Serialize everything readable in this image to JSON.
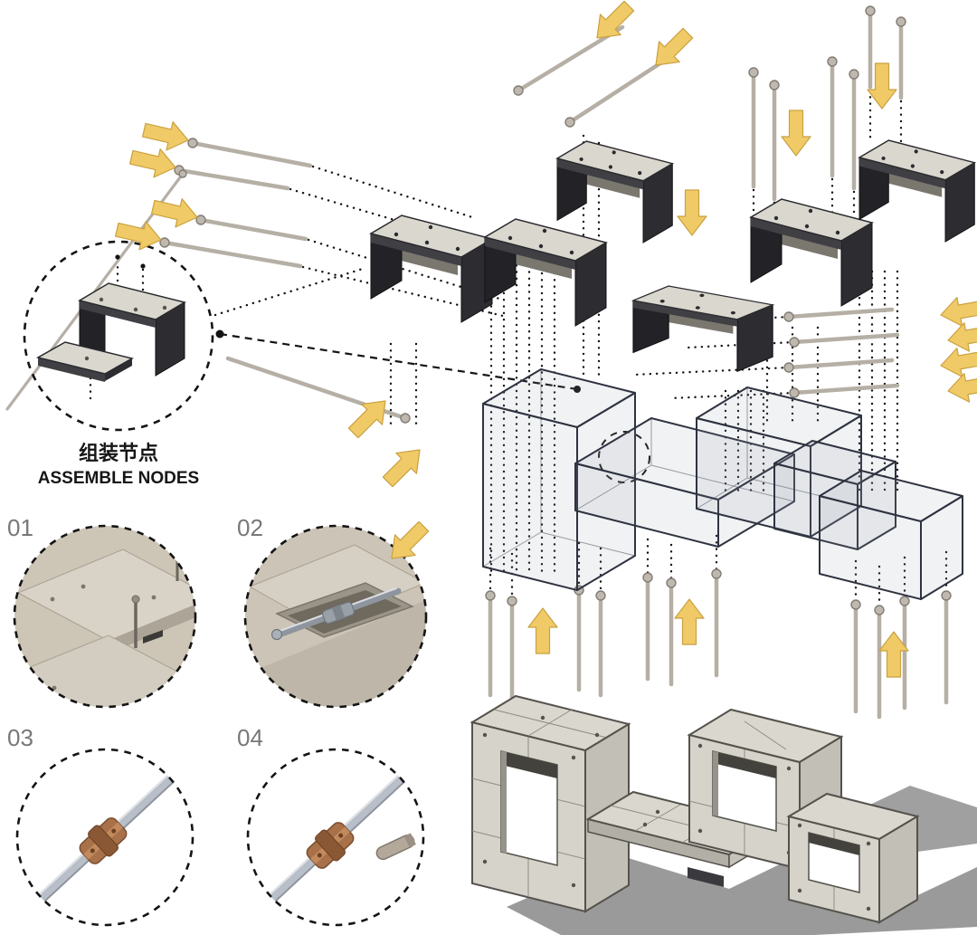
{
  "callout": {
    "label_zh": "组装节点",
    "label_en": "ASSEMBLE NODES"
  },
  "details": [
    {
      "num": "01"
    },
    {
      "num": "02"
    },
    {
      "num": "03"
    },
    {
      "num": "04"
    }
  ],
  "colors": {
    "arrow": "#F0CA66",
    "concrete": "#DAD7CF",
    "dark_metal": "#26262A",
    "wireframe": "#2E3340",
    "rod": "#B5AFA5",
    "copper": "#A9714A",
    "shadow": "#8F8F8F",
    "line": "#141414"
  }
}
